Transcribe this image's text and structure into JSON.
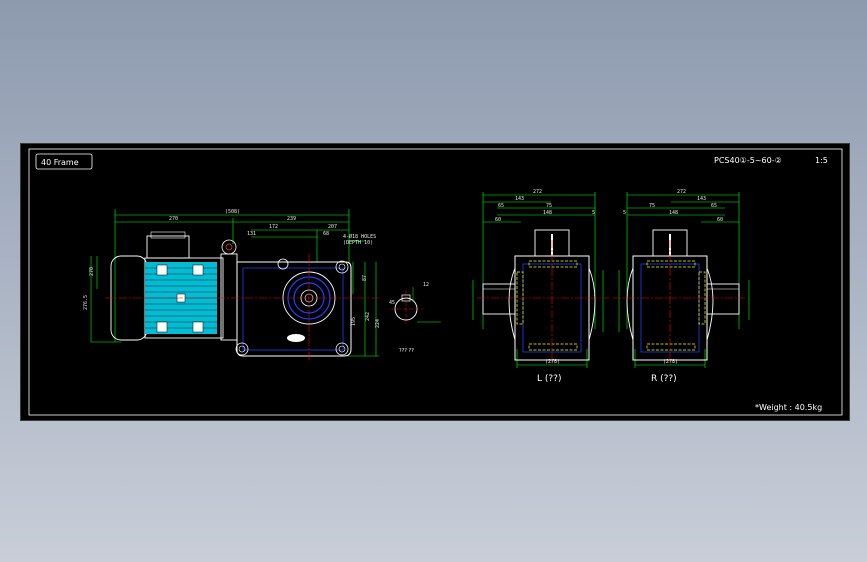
{
  "title_block": {
    "frame_label": "40 Frame",
    "model_code": "PCS40①-5~60-②",
    "scale_text": "1:5",
    "weight_text": "*Weight : 40.5kg"
  },
  "views": {
    "left_label": "L (??)",
    "right_label": "R (??)",
    "detail_label": "??? ??"
  },
  "dims": {
    "front_total": "(508)",
    "front_motor": "270",
    "front_gear": "239",
    "front_r1": "172",
    "front_r2": "131",
    "front_r3": "207",
    "front_r4": "68",
    "front_v1": "270",
    "front_v2": "276.5",
    "front_v3": "87",
    "front_v4": "195",
    "front_v5": "242",
    "front_v6": "224",
    "note1": "4-Ø18 HOLES",
    "note2": "(DEPTH 10)",
    "key1": "12",
    "key2": "45",
    "left_total": "272",
    "left_a": "143",
    "left_b": "65",
    "left_c": "75",
    "left_d": "148",
    "left_e": "60",
    "left_f": "5",
    "left_bottom": "(278)",
    "right_total": "272",
    "right_a": "143",
    "right_b": "75",
    "right_c": "65",
    "right_d": "148",
    "right_e": "60",
    "right_f": "5",
    "right_bottom": "(278)"
  },
  "colors": {
    "background": "#000000",
    "outline": "#ffffff",
    "dimension": "#00ff00",
    "centerline": "#ff0000",
    "hidden": "#ffff00",
    "motor_fins": "#00bcd4",
    "gear_blue": "#2040ff"
  }
}
